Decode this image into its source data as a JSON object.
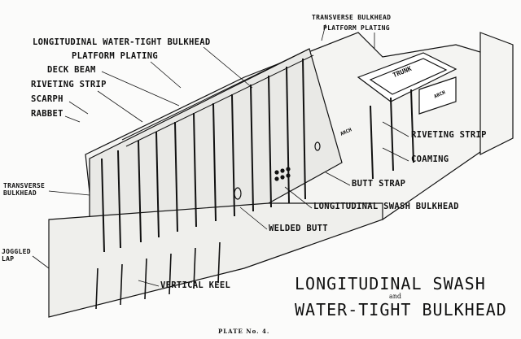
{
  "labels": {
    "long_wt_bulkhead": "LONGITUDINAL WATER-TIGHT BULKHEAD",
    "platform_plating_left": "PLATFORM PLATING",
    "deck_beam": "DECK BEAM",
    "riveting_strip_left": "RIVETING STRIP",
    "scarph": "SCARPH",
    "rabbet": "RABBET",
    "transverse_bulkhead_left_1": "TRANSVERSE",
    "transverse_bulkhead_left_2": "BULKHEAD",
    "transverse_bulkhead_top": "TRANSVERSE BULKHEAD",
    "platform_plating_top": "PLATFORM PLATING",
    "trunk": "TRUNK",
    "arch_1": "ARCH",
    "arch_2": "ARCH",
    "riveting_strip_right": "RIVETING STRIP",
    "coaming": "COAMING",
    "butt_strap": "BUTT STRAP",
    "long_swash_bulkhead": "LONGITUDINAL SWASH BULKHEAD",
    "welded_butt": "WELDED BUTT",
    "joggled_lap_1": "JOGGLED",
    "joggled_lap_2": "LAP",
    "vertical_keel": "VERTICAL KEEL"
  },
  "title": {
    "line1": "LONGITUDINAL SWASH",
    "and": "and",
    "line2": "WATER-TIGHT BULKHEAD"
  },
  "plate": "PLATE No. 4."
}
